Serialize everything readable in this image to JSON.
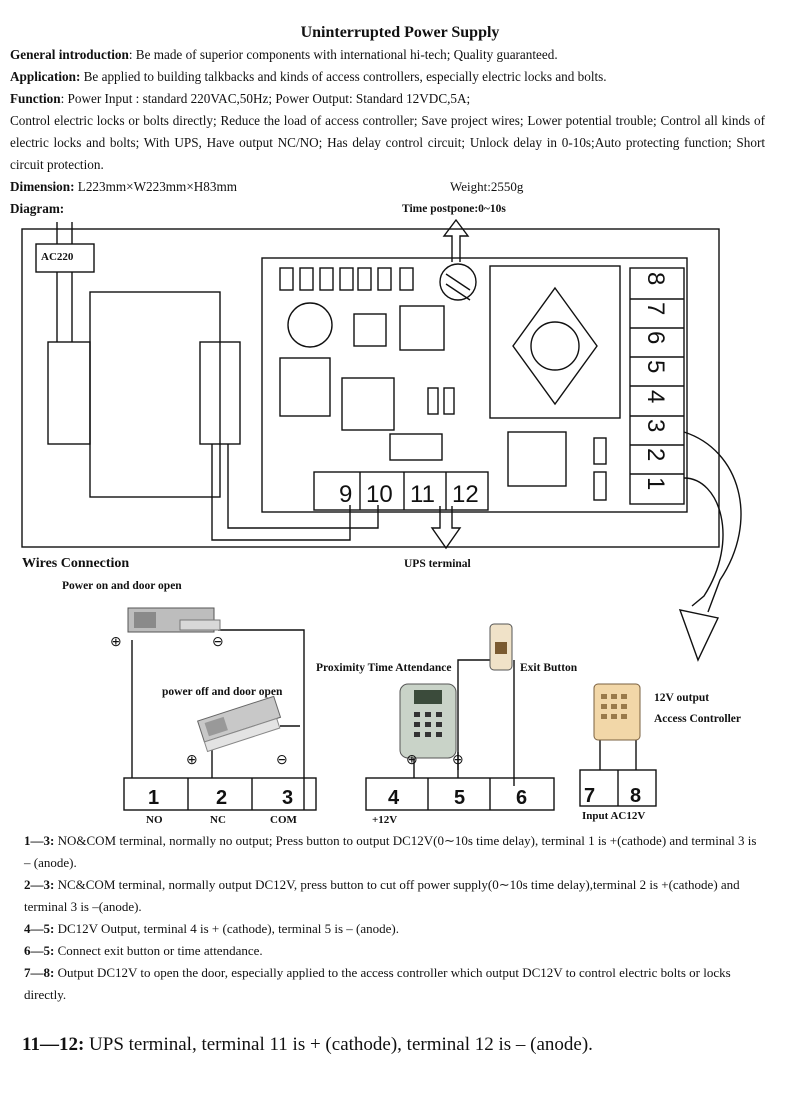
{
  "title": "Uninterrupted Power Supply",
  "intro": [
    {
      "label": "General introduction",
      "text": ": Be made of superior components with international hi-tech; Quality guaranteed."
    },
    {
      "label": "Application:",
      "text": " Be applied to building talkbacks and kinds of access controllers, especially electric locks and bolts."
    },
    {
      "label": "Function",
      "text": ": Power Input : standard 220VAC,50Hz; Power Output: Standard 12VDC,5A;"
    },
    {
      "label": "",
      "text": "Control electric locks or bolts directly; Reduce the load of access controller; Save project wires; Lower potential trouble; Control all kinds of electric locks and bolts; With UPS, Have output NC/NO; Has delay control circuit; Unlock delay in 0-10s;Auto protecting function; Short circuit protection."
    }
  ],
  "dimension": {
    "label": "Dimension:",
    "text": " L223mm×W223mm×H83mm"
  },
  "weight": "Weight:2550g",
  "diagram_label": "Diagram:",
  "time_postpone": "Time postpone:0~10s",
  "ac220": "AC220",
  "terminals_right": [
    "8",
    "7",
    "6",
    "5",
    "4",
    "3",
    "2",
    "1"
  ],
  "terminals_bottom": [
    "9",
    "10",
    "11",
    "12"
  ],
  "ups_terminal": "UPS terminal",
  "wires_connection": "Wires Connection",
  "power_on": "Power on and door open",
  "power_off": "power off and door open",
  "proximity": "Proximity Time Attendance",
  "exit_button": "Exit Button",
  "output_12v": "12V output",
  "access_controller": "Access Controller",
  "block1": {
    "nums": [
      "1",
      "2",
      "3"
    ],
    "labels": [
      "NO",
      "NC",
      "COM"
    ]
  },
  "block2": {
    "nums": [
      "4",
      "5",
      "6"
    ],
    "label": "+12V"
  },
  "block3": {
    "nums": [
      "7",
      "8"
    ],
    "label": "Input AC12V"
  },
  "plus": "⊕",
  "minus": "⊖",
  "notes": [
    {
      "label": "1—3:",
      "text": " NO&COM terminal, normally no output; Press button to output DC12V(0∼10s time delay), terminal 1 is +(cathode) and terminal 3 is – (anode)."
    },
    {
      "label": "2—3:",
      "text": " NC&COM terminal, normally output DC12V, press button to cut off power supply(0∼10s time delay),terminal 2 is +(cathode) and terminal 3 is –(anode)."
    },
    {
      "label": "4—5:",
      "text": " DC12V Output, terminal 4 is + (cathode), terminal 5 is – (anode)."
    },
    {
      "label": "6—5:",
      "text": " Connect exit button or time attendance."
    },
    {
      "label": "7—8:",
      "text": " Output DC12V to open the door, especially applied to the access controller which output DC12V to control electric bolts or locks directly."
    }
  ],
  "bottom_note": {
    "label": "11—12:",
    "text": " UPS terminal, terminal 11 is + (cathode), terminal 12 is – (anode)."
  }
}
